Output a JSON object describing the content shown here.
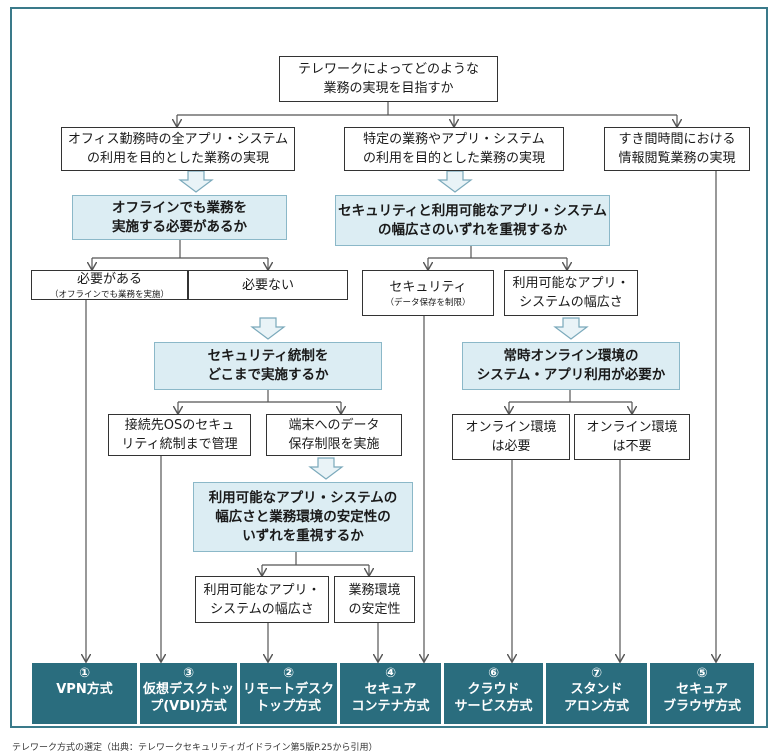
{
  "top": {
    "text": "テレワークによってどのような\n業務の実現を目指すか"
  },
  "level1": {
    "left": "オフィス勤務時の全アプリ・システム\nの利用を目的とした業務の実現",
    "mid": "特定の業務やアプリ・システム\nの利用を目的とした業務の実現",
    "right": "すき間時間における\n情報閲覧業務の実現"
  },
  "q_offline": "オフラインでも業務を\n実施する必要があるか",
  "q_security_range": "セキュリティと利用可能なアプリ・システム\nの幅広さのいずれを重視するか",
  "need": {
    "main": "必要がある",
    "sub": "（オフラインでも業務を実施）"
  },
  "not_need": "必要ない",
  "security": {
    "main": "セキュリティ",
    "sub": "（データ保存を制限）"
  },
  "range": "利用可能なアプリ・\nシステムの幅広さ",
  "q_control": "セキュリティ統制を\nどこまで実施するか",
  "q_online": "常時オンライン環境の\nシステム・アプリ利用が必要か",
  "manage_os": "接続先OSのセキュ\nリティ統制まで管理",
  "restrict_data": "端末へのデータ\n保存制限を実施",
  "online_needed": "オンライン環境\nは必要",
  "online_not_needed": "オンライン環境\nは不要",
  "q_stability": "利用可能なアプリ・システムの\n幅広さと業務環境の安定性の\nいずれを重視するか",
  "range2": "利用可能なアプリ・\nシステムの幅広さ",
  "stability": "業務環境\nの安定性",
  "results": [
    {
      "num": "①",
      "label": "VPN方式"
    },
    {
      "num": "③",
      "label": "仮想デスクトッ\nプ(VDI)方式"
    },
    {
      "num": "②",
      "label": "リモートデスク\nトップ方式"
    },
    {
      "num": "④",
      "label": "セキュア\nコンテナ方式"
    },
    {
      "num": "⑥",
      "label": "クラウド\nサービス方式"
    },
    {
      "num": "⑦",
      "label": "スタンド\nアロン方式"
    },
    {
      "num": "⑤",
      "label": "セキュア\nブラウザ方式"
    }
  ],
  "caption": "テレワーク方式の選定（出典：テレワークセキュリティガイドライン第5版P.25から引用）",
  "colors": {
    "frame": "#3a7a8a",
    "result_fill": "#2a6d7e",
    "question_fill": "#dcedf3",
    "line": "#555555"
  }
}
